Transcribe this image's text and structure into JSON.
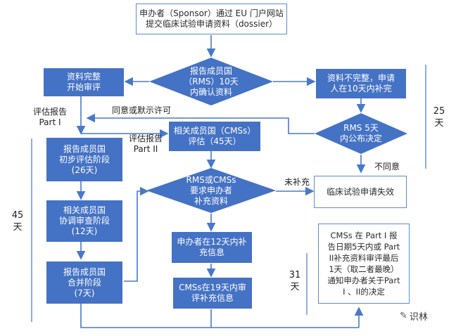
{
  "nodes": {
    "submit": "申办者（Sponsor）通过 EU 门户网站\n提交临床试验申请资料（dossier）",
    "rms_validate": "报告成员国\n（RMS）10天\n内确认资料",
    "complete": "资料完整\n开始审评",
    "incomplete": "资料不完整，申请\n人在10天内补完",
    "rms_publish": "RMS 5天\n内公布决定",
    "cms_eval": "相关成员国（CMSs）\n评估（45天）",
    "initial": "报告成员国\n初步评估阶段\n(26天)",
    "coordinate": "相关成员国\n协调审查阶段\n(12天)",
    "merge": "报告成员国\n合并阶段\n(7天)",
    "request_info": "RMS或CMSs\n要求申办者\n补充资料",
    "invalid": "临床试验申请失效",
    "sponsor_supp": "申办者在12天内补\n充信息",
    "cms_review": "CMSs在19天内审\n评补充信息",
    "final_note": "CMSs 在 Part I 报\n告日期5天内或 Part\nII补充资料审评最后\n1天（取二者最晚）\n通知申办者关于Part\nI 、II的决定"
  },
  "labels": {
    "report_part1": "评估报告\nPart I",
    "consent": "同意或默示许可",
    "report_part2": "评估报告\nPart II",
    "not_supplemented": "未补充",
    "disagree": "不同意",
    "days_25": "25\n天",
    "days_45": "45\n天",
    "days_31": "31\n天"
  },
  "watermark": "识林",
  "colors": {
    "node_fill": "#4472c4",
    "border": "#5b8bd6",
    "line": "#4a78c8"
  }
}
